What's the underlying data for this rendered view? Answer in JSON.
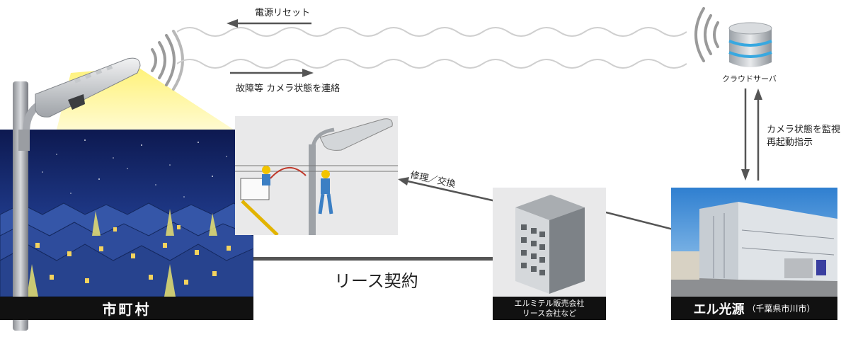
{
  "labels": {
    "power_reset": "電源リセット",
    "report_failure": "故障等 カメラ状態を連絡",
    "cloud_server": "クラウドサーバ",
    "monitor_camera": "カメラ状態を監視",
    "restart_instruction": "再起動指示",
    "repair_exchange": "修理／交換",
    "lease_contract": "リース契約"
  },
  "captions": {
    "municipality": "市町村",
    "sales_company_line1": "エルミテル販売会社",
    "sales_company_line2": "リース会社など",
    "hq_name": "エル光源",
    "hq_location": "（千葉県市川市）"
  },
  "icons": {
    "street_light": "street-light-icon",
    "wireless_waves": "wireless-signal-icon",
    "cloud_server": "database-server-icon",
    "office_building": "office-building-icon",
    "factory": "factory-building-icon",
    "workers": "maintenance-workers-icon"
  },
  "colors": {
    "arrow": "#555555",
    "wave": "#c8c8c8",
    "night_sky": "#1a2a6b",
    "caption_bg": "#111111",
    "server_accent": "#38a8e0",
    "lamp_glow": "#fff8a8"
  }
}
